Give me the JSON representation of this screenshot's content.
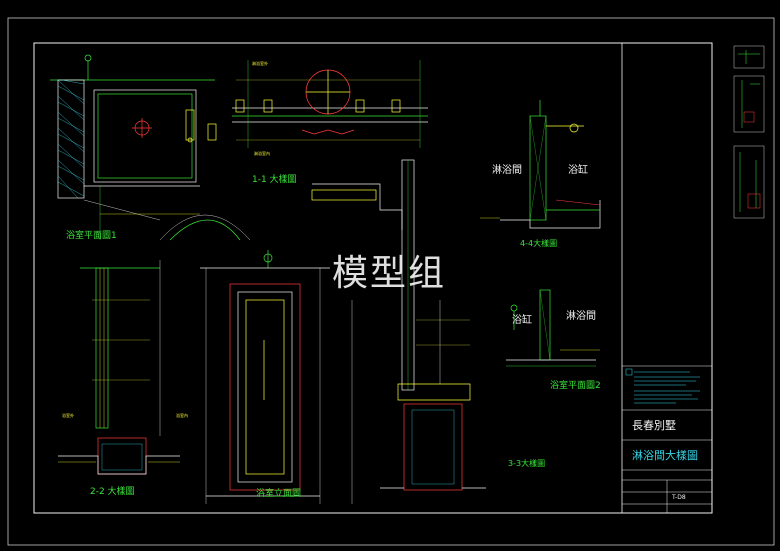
{
  "watermark": "模型组",
  "title_block": {
    "project_name": "長春別墅",
    "drawing_title": "淋浴間大樣圖",
    "drawing_number": "T-D8"
  },
  "views": {
    "plan_1": "浴室平面圖1",
    "section_1_1": "1-1 大樣圖",
    "section_4_4": "4-4大樣圖",
    "section_2_2": "2-2 大樣圖",
    "elevation": "浴室立面圖",
    "section_3_3": "3-3大樣圖",
    "plan_2": "浴室平面圖2"
  },
  "room_labels": {
    "shower_a": "淋浴間",
    "bathtub_a": "浴缸",
    "bathtub_b": "浴缸",
    "shower_b": "淋浴間"
  },
  "annotations": {
    "bath_exterior": "淋浴室外",
    "bath_interior": "淋浴室內",
    "bathroom_out": "浴室外",
    "bathroom_in": "浴室內"
  },
  "colors": {
    "line_green": "#39e639",
    "line_yellow": "#ffff33",
    "line_cyan": "#33d6e6",
    "line_red": "#ff3b3b",
    "line_white": "#f2f2f2",
    "background": "#000000"
  }
}
